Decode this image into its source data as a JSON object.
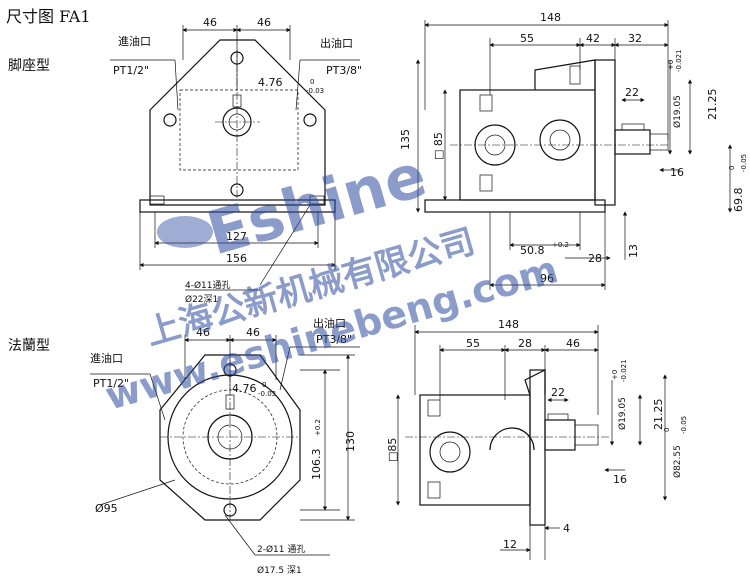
{
  "title": "尺寸图 FA1",
  "views": {
    "foot": {
      "label": "脚座型",
      "inlet_label": "進油口",
      "inlet_thread": "PT1/2\"",
      "outlet_label": "出油口",
      "outlet_thread": "PT3/8\"",
      "dims": {
        "half_left": "46",
        "half_right": "46",
        "key": "4.76",
        "key_tol_upper": "0",
        "key_tol_lower": "-0.03",
        "base_inner": "127",
        "base_outer": "156",
        "holes": "4-Ø11通孔",
        "cbore": "Ø22深1"
      }
    },
    "foot_side": {
      "dims": {
        "overall": "148",
        "d55": "55",
        "d42": "42",
        "d32": "32",
        "d22": "22",
        "shaft_dia": "Ø19.05",
        "shaft_tol_upper": "+0",
        "shaft_tol_lower": "-0.021",
        "d2125": "21.25",
        "d135": "135",
        "d85": "□ 85",
        "d16": "16",
        "d698": "69.8",
        "d698_tol_upper": "0",
        "d698_tol_lower": "-0.05",
        "d508": "50.8",
        "d508_tol": "+0.2",
        "d28": "28",
        "d13": "13",
        "d96": "96"
      }
    },
    "flange": {
      "label": "法蘭型",
      "inlet_label": "進油口",
      "inlet_thread": "PT1/2\"",
      "outlet_label": "出油口",
      "outlet_thread": "PT3/8\"",
      "dims": {
        "half_left": "46",
        "half_right": "46",
        "key": "4.76",
        "key_tol_upper": "0",
        "key_tol_lower": "-0.03",
        "d1063": "106.3",
        "d1063_tol": "+0.2",
        "d130": "130",
        "d95": "Ø95",
        "holes": "2-Ø11 通孔",
        "cbore": "Ø17.5 深1"
      }
    },
    "flange_side": {
      "dims": {
        "overall": "148",
        "d55": "55",
        "d28": "28",
        "d46": "46",
        "d22": "22",
        "shaft_dia": "Ø19.05",
        "shaft_tol_upper": "+0",
        "shaft_tol_lower": "-0.021",
        "d2125": "21.25",
        "d85": "□85",
        "d16": "16",
        "d8255": "Ø82.55",
        "d8255_tol_upper": "0",
        "d8255_tol_lower": "-0.05",
        "d4": "4",
        "d12": "12"
      }
    }
  },
  "watermark": {
    "brand": "Eshine",
    "company": "上海公新机械有限公司",
    "url": "www.eshinebeng.com",
    "color": "#2b4aa0"
  }
}
